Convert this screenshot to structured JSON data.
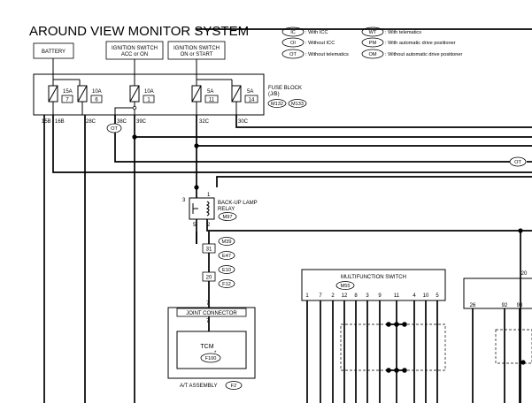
{
  "title": "AROUND VIEW MONITOR SYSTEM",
  "legend": [
    {
      "code": "IC",
      "text": ": With ICC"
    },
    {
      "code": "OI",
      "text": ": Without ICC"
    },
    {
      "code": "OT",
      "text": ": Without telematics"
    },
    {
      "code": "WT",
      "text": ": With telematics"
    },
    {
      "code": "PM",
      "text": ": With automatic drive positioner"
    },
    {
      "code": "OM",
      "text": ": Without automatic drive positioner"
    }
  ],
  "sources": {
    "battery": "BATTERY",
    "ign_acc_1": "IGNITION SWITCH",
    "ign_acc_2": "ACC or ON",
    "ign_start_1": "IGNITION SWITCH",
    "ign_start_2": "ON or START"
  },
  "fuse_block": {
    "label_1": "FUSE BLOCK",
    "label_2": "(J/B)",
    "conn_1": "M132",
    "conn_2": "M133",
    "fuses": [
      {
        "amp": "15A",
        "num": "7"
      },
      {
        "amp": "10A",
        "num": "6"
      },
      {
        "amp": "10A",
        "num": "1"
      },
      {
        "amp": "5A",
        "num": "11"
      },
      {
        "amp": "5A",
        "num": "14"
      }
    ],
    "terminals": [
      "15B",
      "16B",
      "28C",
      "38C",
      "39C",
      "32C",
      "30C"
    ]
  },
  "ot_tag": "OT",
  "relay": {
    "label_1": "BACK-UP LAMP",
    "label_2": "RELAY",
    "conn": "M97",
    "pins": [
      "3",
      "1",
      "5",
      "2"
    ]
  },
  "connectors": {
    "c1": "M39",
    "c2": "E47",
    "c3": "E10",
    "c4": "F12",
    "pin_31": "31",
    "pin_20": "20",
    "pin_7a": "7",
    "pin_7b": "7"
  },
  "joint": {
    "label": "JOINT CONNECTOR",
    "tcm": "TCM",
    "tcm_conn": "F100",
    "assembly": "A/T ASSEMBLY",
    "assembly_conn": "F2"
  },
  "mfs": {
    "label": "MULTIFUNCTION SWITCH",
    "conn": "M55",
    "pins": [
      "1",
      "7",
      "2",
      "12",
      "8",
      "3",
      "9",
      "11",
      "4",
      "10",
      "5"
    ]
  },
  "right_unit": {
    "pin_top": "20",
    "pins": [
      "26",
      "92",
      "93"
    ]
  }
}
